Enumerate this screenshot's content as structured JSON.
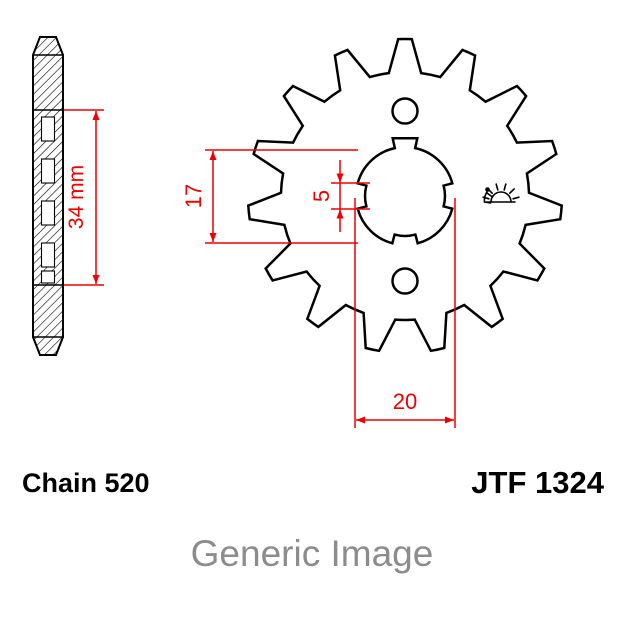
{
  "colors": {
    "outline": "#000000",
    "dimension_red": "#ee0000",
    "watermark_gray": "#8c8c8c"
  },
  "dimensions": {
    "hub_length": "34 mm",
    "bore_height": "17",
    "spline_width": "5",
    "bore_diameter": "20"
  },
  "labels": {
    "chain_spec": "Chain 520",
    "part_number": "JTF 1324",
    "watermark": "Generic Image"
  },
  "icons": {
    "logo": "jt-rising-sun-logo"
  }
}
